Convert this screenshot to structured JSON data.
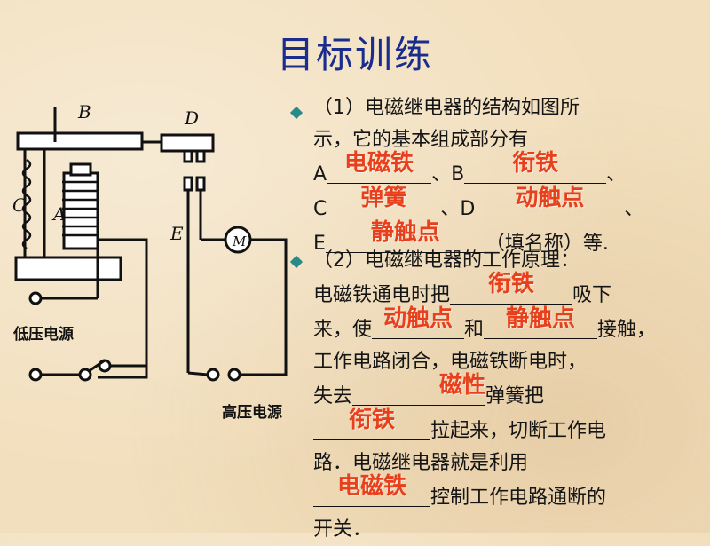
{
  "title": "目标训练",
  "diagram": {
    "labels": {
      "B": "B",
      "D": "D",
      "C": "C",
      "A": "A",
      "E": "E",
      "M": "M"
    },
    "low_voltage": "低压电源",
    "high_voltage": "高压电源"
  },
  "q1": {
    "line1": "（1）电磁继电器的结构如图所",
    "line2": "示，它的基本组成部分有",
    "a_prefix": "A",
    "a_answer": "电磁铁",
    "b_prefix": "、B",
    "b_answer": "衔铁",
    "sep1": "、",
    "c_prefix": "C",
    "c_answer": "弹簧",
    "d_prefix": "、D",
    "d_answer": "动触点",
    "sep2": "、",
    "e_prefix": "E",
    "e_answer": "静触点",
    "end": "（填名称）等."
  },
  "q2": {
    "line1": "（2）电磁继电器的工作原理：",
    "l2_pre": "电磁铁通电时把",
    "ans_armature": "衔铁",
    "l2_post": "吸下",
    "l3_pre": "来，使",
    "ans_moving": "动触点",
    "l3_mid": "和",
    "ans_static": "静触点",
    "l3_post": "接触，",
    "line4": "工作电路闭合，电磁铁断电时，",
    "l5_pre": "失去",
    "ans_magnetism": "磁性",
    "l5_post": "弹簧把",
    "ans_armature2": "衔铁",
    "l6_post": "拉起来，切断工作电",
    "line7": "路．电磁继电器就是利用",
    "ans_electromagnet": "电磁铁",
    "l8_post": "控制工作电路通断的",
    "line9": "开关．"
  }
}
